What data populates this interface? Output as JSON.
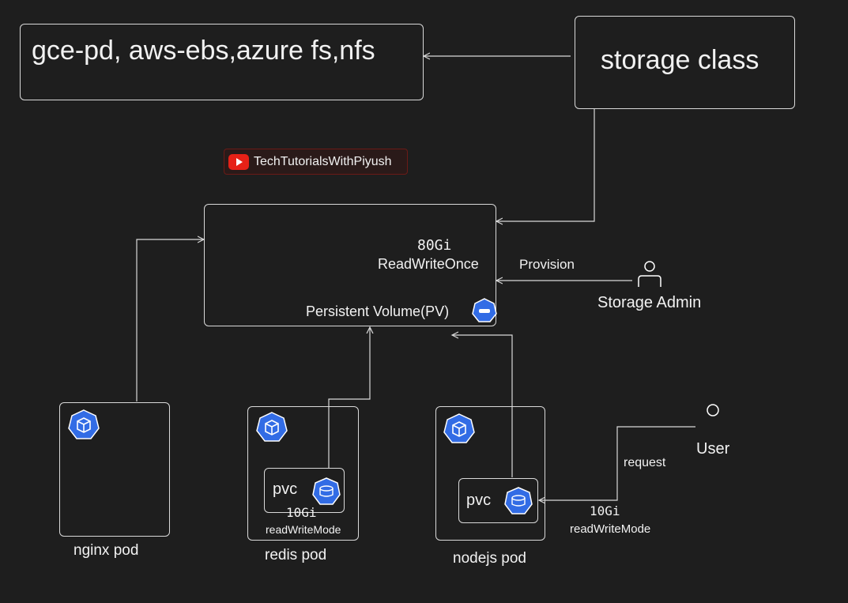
{
  "top": {
    "providers_label": "gce-pd, aws-ebs,azure fs,nfs",
    "storage_class_label": "storage class"
  },
  "badge": {
    "channel_name": "TechTutorialsWithPiyush",
    "icon": "youtube-icon"
  },
  "pv": {
    "capacity": "80Gi",
    "access_mode": "ReadWriteOnce",
    "title": "Persistent Volume(PV)",
    "icon": "pv-icon"
  },
  "admin": {
    "provision_label": "Provision",
    "role_label": "Storage Admin",
    "icon": "person-icon"
  },
  "user": {
    "label": "User",
    "request_label": "request",
    "icon": "person-icon"
  },
  "pods": {
    "nginx": {
      "label": "nginx pod",
      "icon": "pod-icon"
    },
    "redis": {
      "label": "redis pod",
      "pvc_label": "pvc",
      "pvc_size": "10Gi",
      "pvc_mode": "readWriteMode",
      "icon": "pod-icon"
    },
    "nodejs": {
      "label": "nodejs pod",
      "pvc_label": "pvc",
      "pvc_size": "10Gi",
      "pvc_mode": "readWriteMode",
      "icon": "pod-icon"
    }
  },
  "colors": {
    "background": "#1e1e1e",
    "stroke": "#d9d9d9",
    "k8s_blue": "#326ce5",
    "youtube_red": "#e62117"
  }
}
